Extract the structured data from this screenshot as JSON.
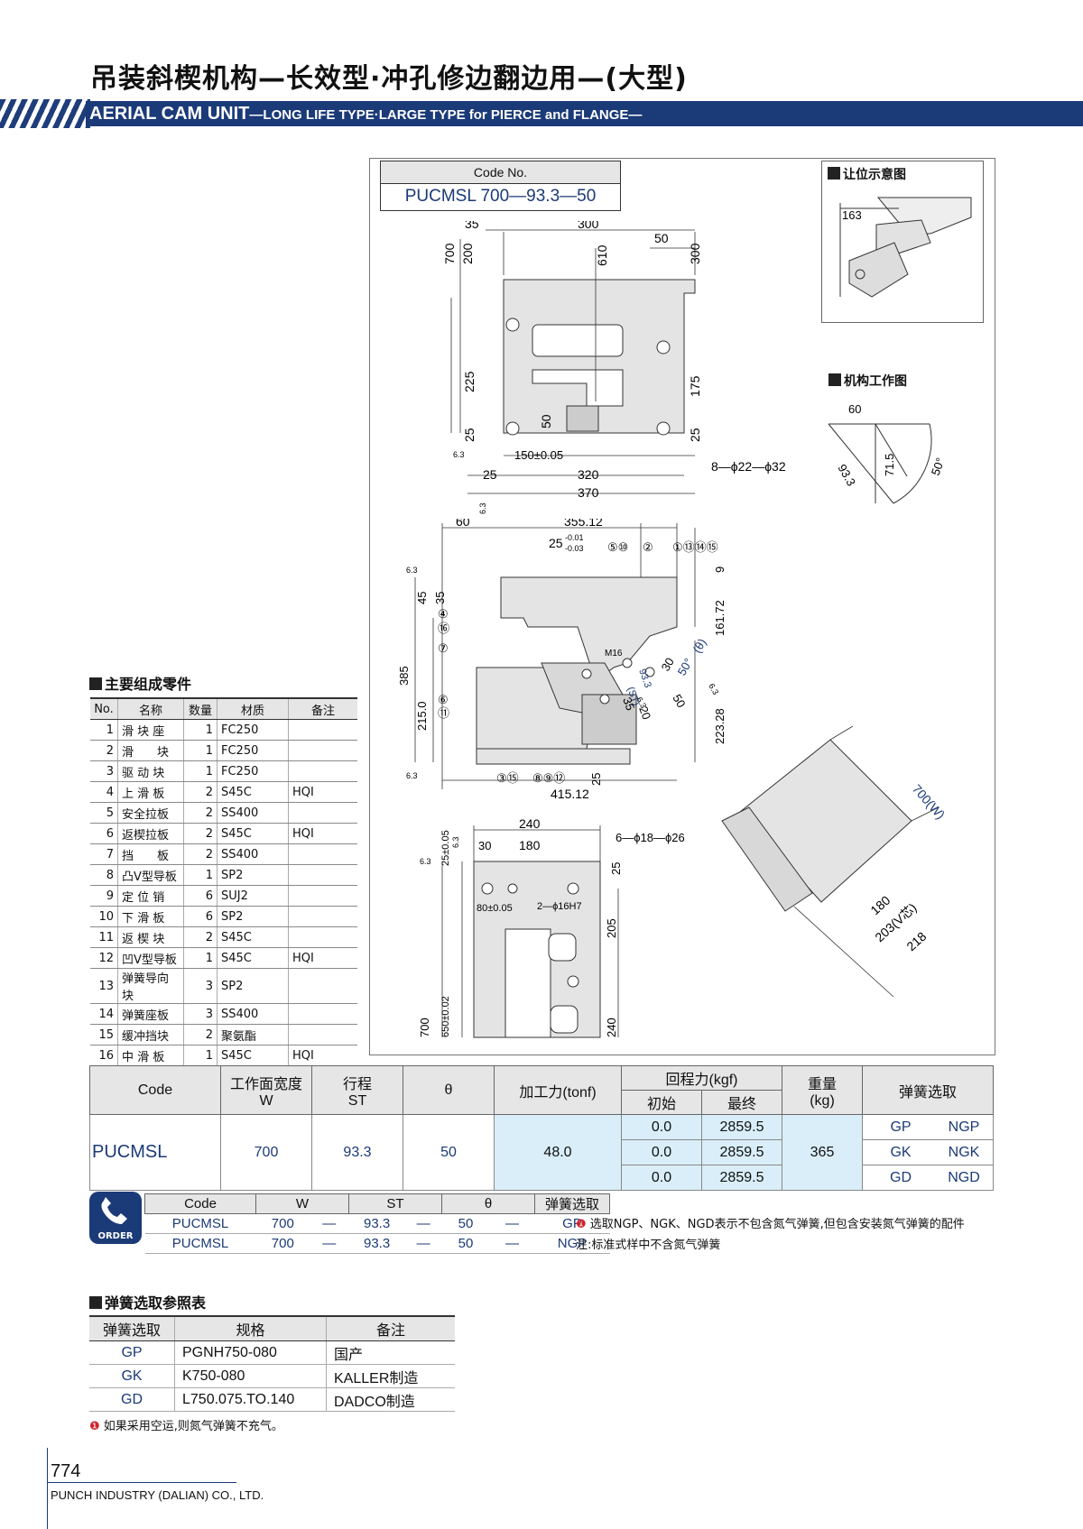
{
  "header": {
    "title_cn": "吊装斜楔机构—长效型·冲孔修边翻边用—(大型)",
    "title_en_main": "AERIAL CAM UNIT",
    "title_en_sub": "—LONG LIFE TYPE·LARGE TYPE for PIERCE and FLANGE—"
  },
  "code_box": {
    "label": "Code No.",
    "value": "PUCMSL 700—93.3—50"
  },
  "insets": {
    "clearance_title": "让位示意图",
    "clearance_dim": "163",
    "work_title": "机构工作图",
    "work_dims": [
      "60",
      "93.3",
      "71.5",
      "50°"
    ]
  },
  "drawing": {
    "top_dims": [
      "35",
      "300",
      "50",
      "610",
      "700",
      "200",
      "300",
      "225",
      "175",
      "50",
      "25",
      "25",
      "150±0.05",
      "25",
      "320",
      "370",
      "8—ϕ22—ϕ32",
      "6.3",
      "6.3"
    ],
    "side_dims": [
      "60",
      "355.12",
      "25",
      "-0.01",
      "-0.03",
      "⑤⑩",
      "②",
      "①⑬⑭⑮",
      "9",
      "45",
      "35",
      "④",
      "⑯",
      "⑦",
      "161.72",
      "385",
      "215.0",
      "⑥",
      "⑪",
      "M16",
      "30",
      "50°",
      "(θ)",
      "93.3",
      "(ST)",
      "35",
      "20",
      "50",
      "223.28",
      "③⑮",
      "⑧⑨⑫",
      "25",
      "415.12",
      "6.3",
      "6.3",
      "6.3",
      "6.3"
    ],
    "bottom_dims": [
      "240",
      "180",
      "30",
      "25±0.05",
      "6—ϕ18—ϕ26",
      "25",
      "80±0.05",
      "2—ϕ16H7",
      "205",
      "700",
      "650±0.02",
      "240",
      "6.3",
      "6.3"
    ],
    "iso_dims": [
      "700(W)",
      "180",
      "203(V芯)",
      "218"
    ]
  },
  "parts_section": {
    "title": "主要组成零件",
    "headers": [
      "No.",
      "名称",
      "数量",
      "材质",
      "备注"
    ],
    "rows": [
      [
        "1",
        "滑 块 座",
        "1",
        "FC250",
        ""
      ],
      [
        "2",
        "滑　　块",
        "1",
        "FC250",
        ""
      ],
      [
        "3",
        "驱 动 块",
        "1",
        "FC250",
        ""
      ],
      [
        "4",
        "上 滑 板",
        "2",
        "S45C",
        "HQI"
      ],
      [
        "5",
        "安全拉板",
        "2",
        "SS400",
        ""
      ],
      [
        "6",
        "返楔拉板",
        "2",
        "S45C",
        "HQI"
      ],
      [
        "7",
        "挡　　板",
        "2",
        "SS400",
        ""
      ],
      [
        "8",
        "凸V型导板",
        "1",
        "SP2",
        ""
      ],
      [
        "9",
        "定 位 销",
        "6",
        "SUJ2",
        ""
      ],
      [
        "10",
        "下 滑 板",
        "6",
        "SP2",
        ""
      ],
      [
        "11",
        "返 楔 块",
        "2",
        "S45C",
        ""
      ],
      [
        "12",
        "凹V型导板",
        "1",
        "S45C",
        "HQI"
      ],
      [
        "13",
        "弹簧导向块",
        "3",
        "SP2",
        ""
      ],
      [
        "14",
        "弹簧座板",
        "3",
        "SS400",
        ""
      ],
      [
        "15",
        "缓冲挡块",
        "2",
        "聚氨酯",
        ""
      ],
      [
        "16",
        "中 滑 板",
        "1",
        "S45C",
        "HQI"
      ]
    ]
  },
  "spec_table": {
    "h_code": "Code",
    "h_width": "工作面宽度",
    "h_width_sub": "W",
    "h_stroke": "行程",
    "h_stroke_sub": "ST",
    "h_theta": "θ",
    "h_force": "加工力(tonf)",
    "h_return": "回程力(kgf)",
    "h_start": "初始",
    "h_end": "最终",
    "h_weight": "重量",
    "h_weight_sub": "(kg)",
    "h_spring": "弹簧选取",
    "code": "PUCMSL",
    "width": "700",
    "stroke": "93.3",
    "theta": "50",
    "force": "48.0",
    "weight": "365",
    "returns": [
      [
        "0.0",
        "2859.5"
      ],
      [
        "0.0",
        "2859.5"
      ],
      [
        "0.0",
        "2859.5"
      ]
    ],
    "springs": [
      [
        "GP",
        "NGP"
      ],
      [
        "GK",
        "NGK"
      ],
      [
        "GD",
        "NGD"
      ]
    ]
  },
  "order": {
    "badge": "ORDER",
    "headers": [
      "Code",
      "W",
      "ST",
      "θ",
      "弹簧选取"
    ],
    "rows": [
      [
        "PUCMSL",
        "700",
        "—",
        "93.3",
        "—",
        "50",
        "—",
        "GP"
      ],
      [
        "PUCMSL",
        "700",
        "—",
        "93.3",
        "—",
        "50",
        "—",
        "NGP"
      ]
    ],
    "note1": "选取NGP、NGK、NGD表示不包含氮气弹簧,但包含安装氮气弹簧的配件",
    "note2": "注:标准式样中不含氮气弹簧"
  },
  "spring_ref": {
    "title": "弹簧选取参照表",
    "headers": [
      "弹簧选取",
      "规格",
      "备注"
    ],
    "rows": [
      [
        "GP",
        "PGNH750-080",
        "国产"
      ],
      [
        "GK",
        "K750-080",
        "KALLER制造"
      ],
      [
        "GD",
        "L750.075.TO.140",
        "DADCO制造"
      ]
    ],
    "note": "如果采用空运,则氮气弹簧不充气。"
  },
  "footer": {
    "page": "774",
    "company": "PUNCH INDUSTRY (DALIAN) CO., LTD."
  },
  "colors": {
    "brand": "#1b3a78",
    "highlight": "#d9eef8",
    "note_icon": "#d2232a"
  }
}
